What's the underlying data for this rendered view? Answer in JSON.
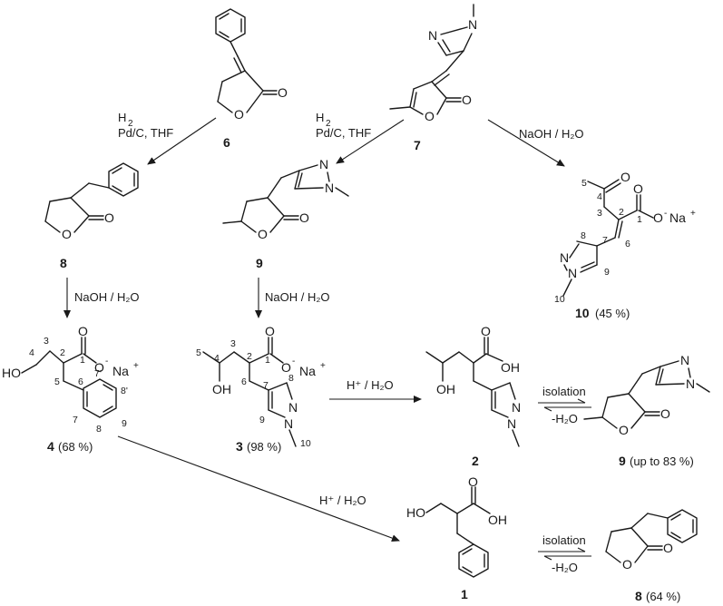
{
  "compounds": {
    "c6": {
      "label": "6"
    },
    "c7": {
      "label": "7"
    },
    "c8_top": {
      "label": "8"
    },
    "c9_top": {
      "label": "9"
    },
    "c10": {
      "label": "10",
      "yield": "(45 %)"
    },
    "c4": {
      "label": "4",
      "yield": "(68 %)"
    },
    "c3": {
      "label": "3",
      "yield": "(98 %)"
    },
    "c2": {
      "label": "2"
    },
    "c9_bottom": {
      "label": "9",
      "yield": "(up to 83 %)"
    },
    "c1": {
      "label": "1"
    },
    "c8_bottom": {
      "label": "8",
      "yield": "(64 %)"
    }
  },
  "conditions": {
    "h2_a": "H",
    "h2_a_sub": "2",
    "pdc_a": "Pd/C, THF",
    "h2_b": "H",
    "h2_b_sub": "2",
    "pdc_b": "Pd/C, THF",
    "naoh_10": "NaOH / H₂O",
    "naoh_4": "NaOH / H₂O",
    "naoh_3": "NaOH / H₂O",
    "acid_2": "H⁺ / H₂O",
    "acid_1": "H⁺ / H₂O",
    "isolation_9": "isolation",
    "water_9": "-H₂O",
    "isolation_8": "isolation",
    "water_8": "-H₂O"
  },
  "atoms": {
    "O": "O",
    "OH": "OH",
    "HO": "HO",
    "N": "N",
    "Na": "Na",
    "plus": "+",
    "minus": "-"
  },
  "numbering": {
    "c10": [
      "5",
      "4",
      "3",
      "2",
      "1",
      "7",
      "6",
      "8",
      "9",
      "10"
    ],
    "c4": [
      "4",
      "3",
      "2",
      "1",
      "5",
      "6",
      "7",
      "7'",
      "8",
      "8'",
      "9"
    ],
    "c3": [
      "5",
      "4",
      "3",
      "2",
      "1",
      "6",
      "7",
      "8",
      "9",
      "10"
    ]
  }
}
